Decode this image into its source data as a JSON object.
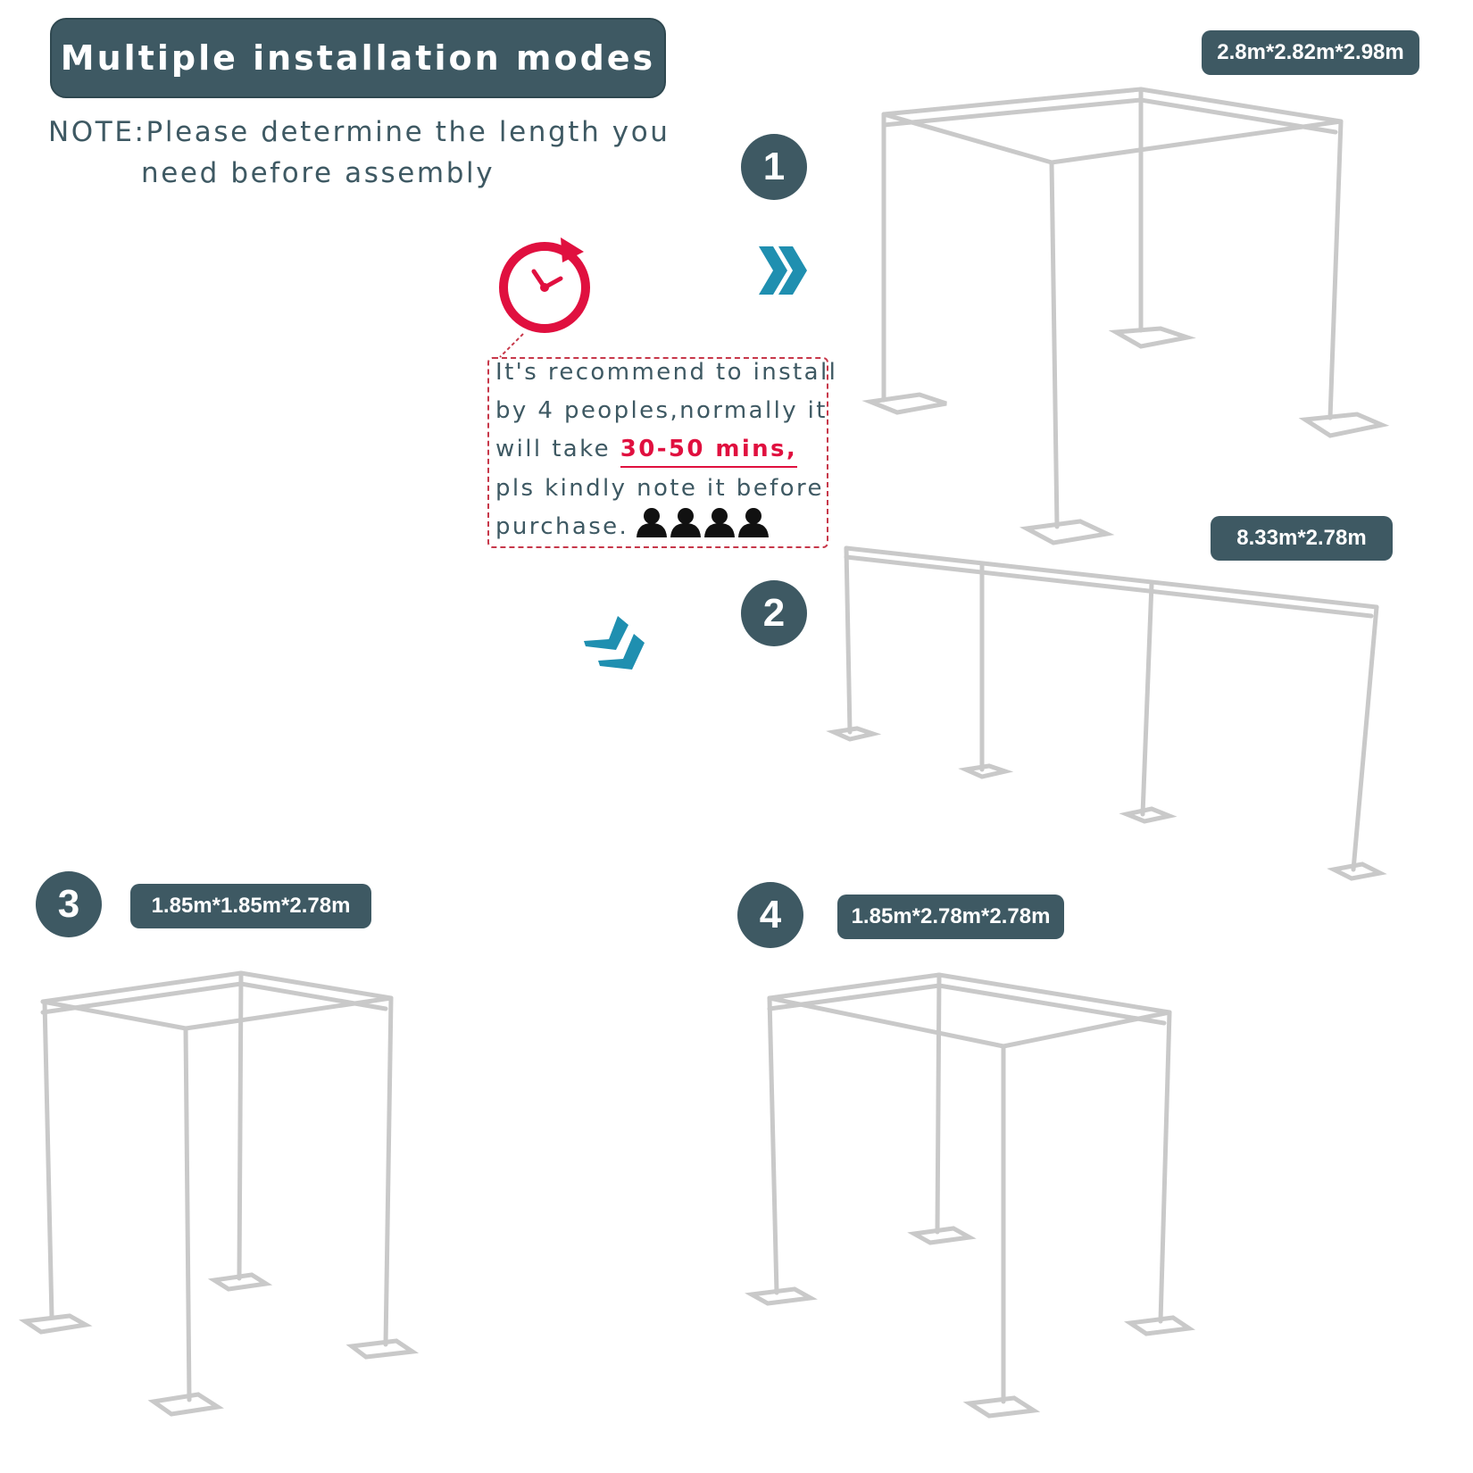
{
  "header": {
    "title": "Multiple installation modes",
    "note_line1": "NOTE:Please determine the length you",
    "note_line2": "need before assembly"
  },
  "tip": {
    "line1": "It's recommend to install",
    "line2": "by 4 peoples,normally it",
    "line3_prefix": "will take ",
    "line3_highlight": "30-50 mins,",
    "line4": "pls kindly note it before",
    "line5": "purchase.",
    "people_count": 4
  },
  "modes": [
    {
      "number": "1",
      "size": "2.8m*2.82m*2.98m"
    },
    {
      "number": "2",
      "size": "8.33m*2.78m"
    },
    {
      "number": "3",
      "size": "1.85m*1.85m*2.78m"
    },
    {
      "number": "4",
      "size": "1.85m*2.78m*2.78m"
    }
  ],
  "colors": {
    "brand": "#3e5963",
    "accent_red": "#e0103f",
    "arrow_blue": "#1f8fb0",
    "frame_gray": "#c9c9c9"
  },
  "icons": [
    "clock-refresh-icon",
    "double-chevron-right-icon",
    "double-chevron-down-icon",
    "person-icon"
  ]
}
